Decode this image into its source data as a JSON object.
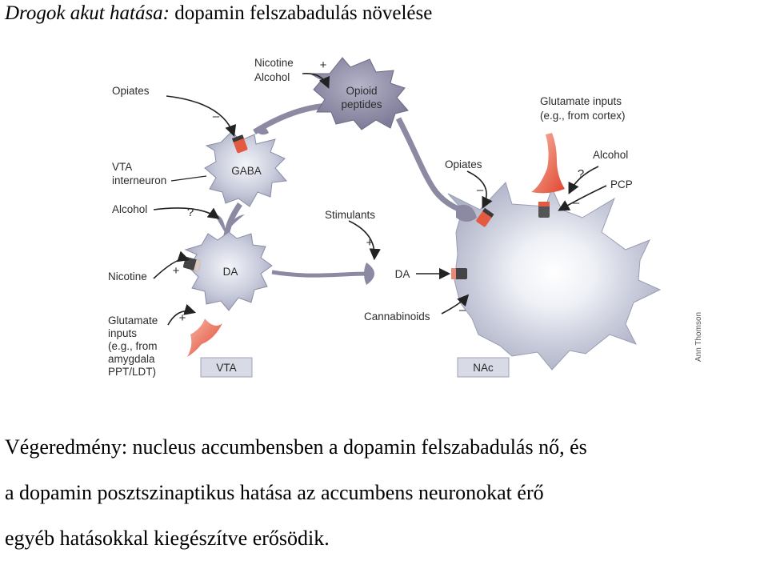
{
  "title": {
    "italic": "Drogok akut hatása:",
    "rest": "dopamin felszabadulás növelése"
  },
  "diagram": {
    "labels": {
      "nicotine_top": "Nicotine",
      "alcohol_top": "Alcohol",
      "plus": "+",
      "minus": "–",
      "question": "?",
      "opioid_1": "Opioid",
      "opioid_2": "peptides",
      "opiates_left": "Opiates",
      "gaba": "GABA",
      "vta_interneuron_1": "VTA",
      "vta_interneuron_2": "interneuron",
      "alcohol_left": "Alcohol",
      "nicotine_left": "Nicotine",
      "da_cell": "DA",
      "glut_left_1": "Glutamate",
      "glut_left_2": "inputs",
      "glut_left_3": "(e.g., from",
      "glut_left_4": "amygdala",
      "glut_left_5": "PPT/LDT)",
      "vta_box": "VTA",
      "nac_box": "NAc",
      "stimulants": "Stimulants",
      "da_axon": "DA",
      "cannabinoids": "Cannabinoids",
      "opiates_right": "Opiates",
      "glut_top_1": "Glutamate inputs",
      "glut_top_2": "(e.g., from cortex)",
      "alcohol_right": "Alcohol",
      "pcp": "PCP",
      "credit": "Ann Thomson"
    }
  },
  "body": {
    "line1": "Végeredmény: nucleus accumbensben a dopamin felszabadulás nő, és",
    "line2": "a dopamin posztszinaptikus hatása az accumbens neuronokat érő",
    "line3": "egyéb hatásokkal kiegészítve erősödik."
  }
}
